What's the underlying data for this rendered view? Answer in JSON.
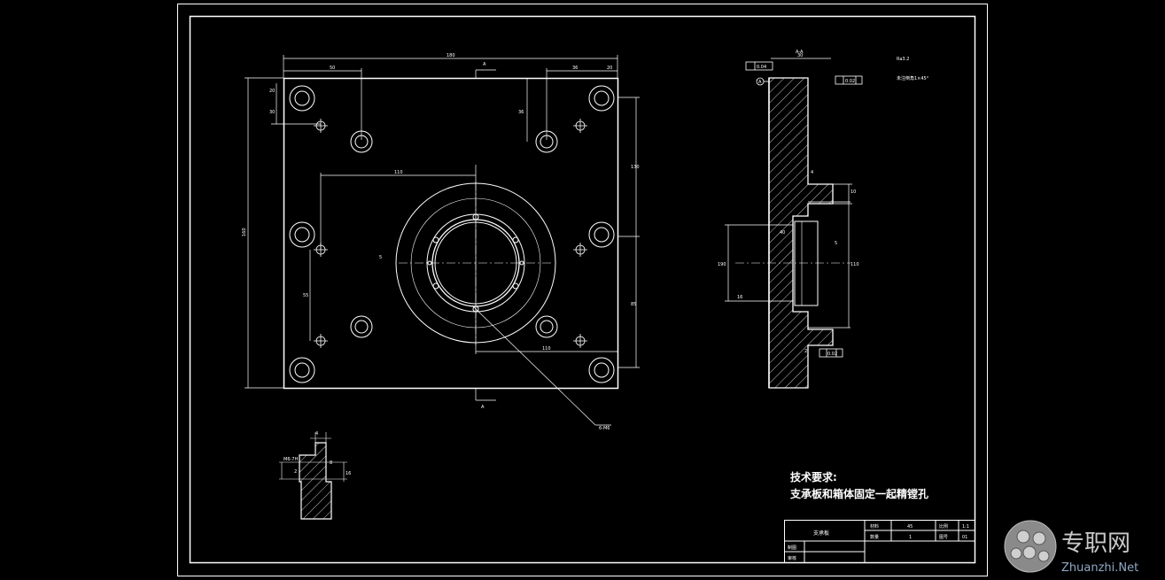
{
  "colors": {
    "background": "#000000",
    "line": "#ffffff",
    "watermark_text": "#c9c9c9",
    "watermark_url": "#8fa9c4"
  },
  "notes": {
    "heading": "技术要求:",
    "body": "支承板和箱体固定一起精镗孔"
  },
  "section_label": "A-A",
  "section_marks": [
    "A",
    "A"
  ],
  "datum": "A",
  "title_block": {
    "part_name": "支承板",
    "row1": [
      "材料",
      "45",
      "比例",
      "1:1"
    ],
    "row2": [
      "数量",
      "1",
      "图号",
      "01"
    ],
    "drawn_label": "制图",
    "checked_label": "审核"
  },
  "dimensions": {
    "overall_width": "180",
    "top_left": "50",
    "top_right_a": "36",
    "top_right_b": "20",
    "left_small_a": "20",
    "left_small_b": "30",
    "center_offset": "110",
    "right_upper": "130",
    "right_lower": "85",
    "overall_height": "160",
    "lower_left": "55",
    "bottom_right": "110",
    "center_small": "5",
    "side_thickness": "30",
    "side_bore_a": "40",
    "side_bore_b": "16",
    "side_boss": "190",
    "side_flange": "10",
    "detail_a": "4",
    "detail_b": "2",
    "detail_c": "8",
    "detail_d": "16"
  },
  "annotations": {
    "flatness": "0.04",
    "parallel_top": "0.02",
    "parallel_bottom": "0.02",
    "surface_finish": "Ra3.2",
    "chamfer_note": "未注倒角1×45°",
    "hole_callout": "6-M6",
    "thread_callout": "M6-7H"
  },
  "watermark": {
    "logo_text": "专职网",
    "url": "Zhuanzhi.Net"
  }
}
